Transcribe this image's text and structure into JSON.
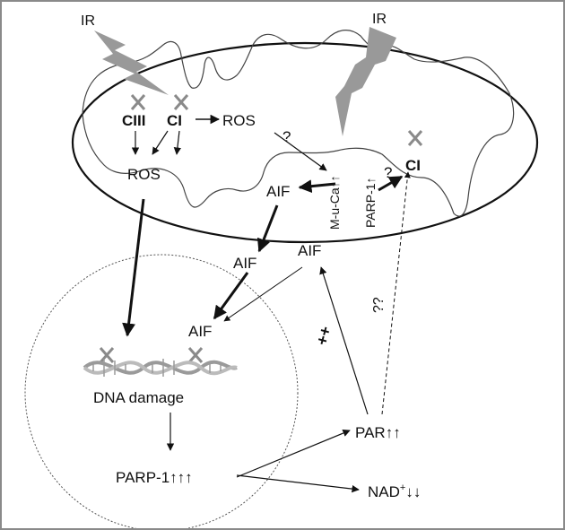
{
  "labels": {
    "ir_left": "IR",
    "ir_right": "IR",
    "ciii": "CIII",
    "ci_left": "CI",
    "ros_top": "ROS",
    "ros_left": "ROS",
    "question_ros": "?",
    "ca_label": "M-u-Ca↑↑",
    "aif_mito": "AIF",
    "parp_mito": "PARP-1↑",
    "question_ci": "?",
    "ci_right": "CI",
    "aif_center_left": "AIF",
    "aif_center_right": "AIF",
    "aif_nucleus": "AIF",
    "plus_plus": "++",
    "double_question": "??",
    "dna_damage": "DNA damage",
    "parp_nucleus": "PARP-1↑↑↑",
    "par": "PAR↑↑",
    "nad": "NAD",
    "nad_sup": "+",
    "nad_arrows": "↓↓"
  },
  "colors": {
    "stroke": "#111111",
    "lightning": "#999999",
    "x_marker": "#8a8a8a",
    "frame": "#8a8a8a",
    "dna": "#9a9a9a"
  },
  "icons": [
    "lightning-bolt-icon",
    "x-mark-icon",
    "dna-helix-icon"
  ]
}
